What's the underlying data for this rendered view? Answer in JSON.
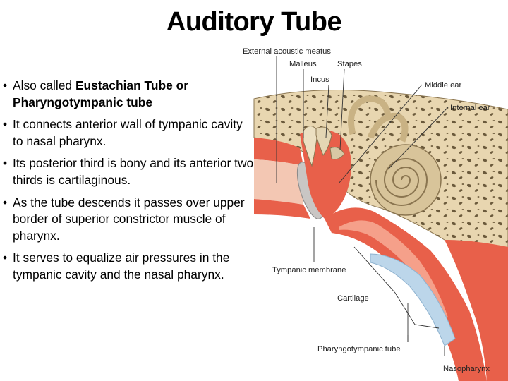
{
  "slide": {
    "title": "Auditory Tube",
    "bullets": [
      {
        "prefix": "Also called ",
        "bold": "Eustachian Tube or Pharyngotympanic tube",
        "suffix": ""
      },
      {
        "prefix": "It connects anterior wall of tympanic cavity to nasal pharynx.",
        "bold": "",
        "suffix": ""
      },
      {
        "prefix": "Its posterior third is bony and its anterior two thirds is cartilaginous.",
        "bold": "",
        "suffix": ""
      },
      {
        "prefix": "As the tube descends it passes over upper border of superior constrictor muscle of pharynx.",
        "bold": "",
        "suffix": ""
      },
      {
        "prefix": "It serves to equalize air pressures in the tympanic cavity and the nasal pharynx.",
        "bold": "",
        "suffix": ""
      }
    ]
  },
  "figure": {
    "labels": {
      "external_acoustic_meatus": "External acoustic meatus",
      "malleus": "Malleus",
      "stapes": "Stapes",
      "incus": "Incus",
      "middle_ear": "Middle ear",
      "internal_ear": "Internal ear",
      "tympanic_membrane": "Tympanic membrane",
      "cartilage": "Cartilage",
      "pharyngotympanic_tube": "Pharyngotympanic tube",
      "nasopharynx": "Nasopharynx"
    },
    "colors": {
      "bone": "#e8d6b0",
      "bone_spots": "#6b5a3c",
      "mucosa": "#e8604a",
      "mucosa_light": "#f5a08a",
      "cartilage": "#bcd6ea",
      "cochlea": "#d8c49a"
    }
  }
}
